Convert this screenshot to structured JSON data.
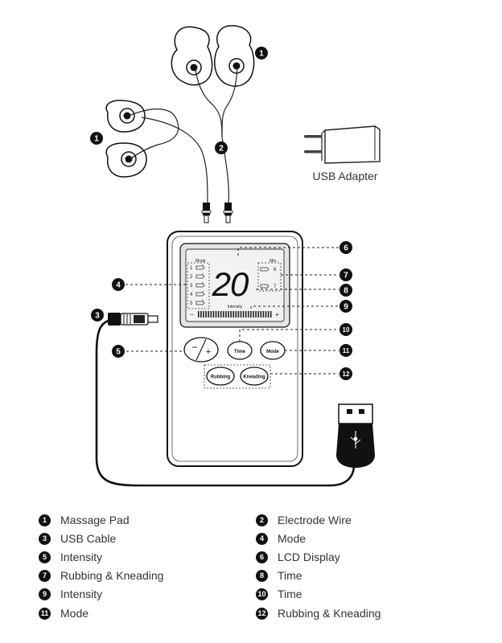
{
  "usb_adapter_label": "USB Adapter",
  "callouts": [
    "1",
    "1",
    "2",
    "3",
    "4",
    "5",
    "6",
    "7",
    "8",
    "9",
    "10",
    "11",
    "12"
  ],
  "lcd": {
    "mode_label": "Mode",
    "min_label": "Min.",
    "time_value": "20",
    "intensity_label": "Intensity",
    "mode_numbers": [
      "1",
      "2",
      "3",
      "4",
      "5"
    ],
    "right_numbers": [
      "6",
      "7"
    ],
    "minus": "−",
    "plus": "+"
  },
  "buttons": {
    "intensity_minus": "−",
    "intensity_plus": "+",
    "time": "Time",
    "mode": "Mode",
    "rubbing": "Rubbing",
    "kneading": "Kneading"
  },
  "legend": [
    {
      "num": "1",
      "label": "Massage Pad"
    },
    {
      "num": "2",
      "label": "Electrode Wire"
    },
    {
      "num": "3",
      "label": "USB Cable"
    },
    {
      "num": "4",
      "label": "Mode"
    },
    {
      "num": "5",
      "label": "Intensity"
    },
    {
      "num": "6",
      "label": "LCD Display"
    },
    {
      "num": "7",
      "label": "Rubbing & Kneading"
    },
    {
      "num": "8",
      "label": "Time"
    },
    {
      "num": "9",
      "label": "Intensity"
    },
    {
      "num": "10",
      "label": "Time"
    },
    {
      "num": "11",
      "label": "Mode"
    },
    {
      "num": "12",
      "label": "Rubbing & Kneading"
    }
  ],
  "colors": {
    "ink": "#111111",
    "device_body": "#ffffff",
    "lcd_bg": "#f2f2f2",
    "lcd_outer": "#e4e4e4"
  }
}
